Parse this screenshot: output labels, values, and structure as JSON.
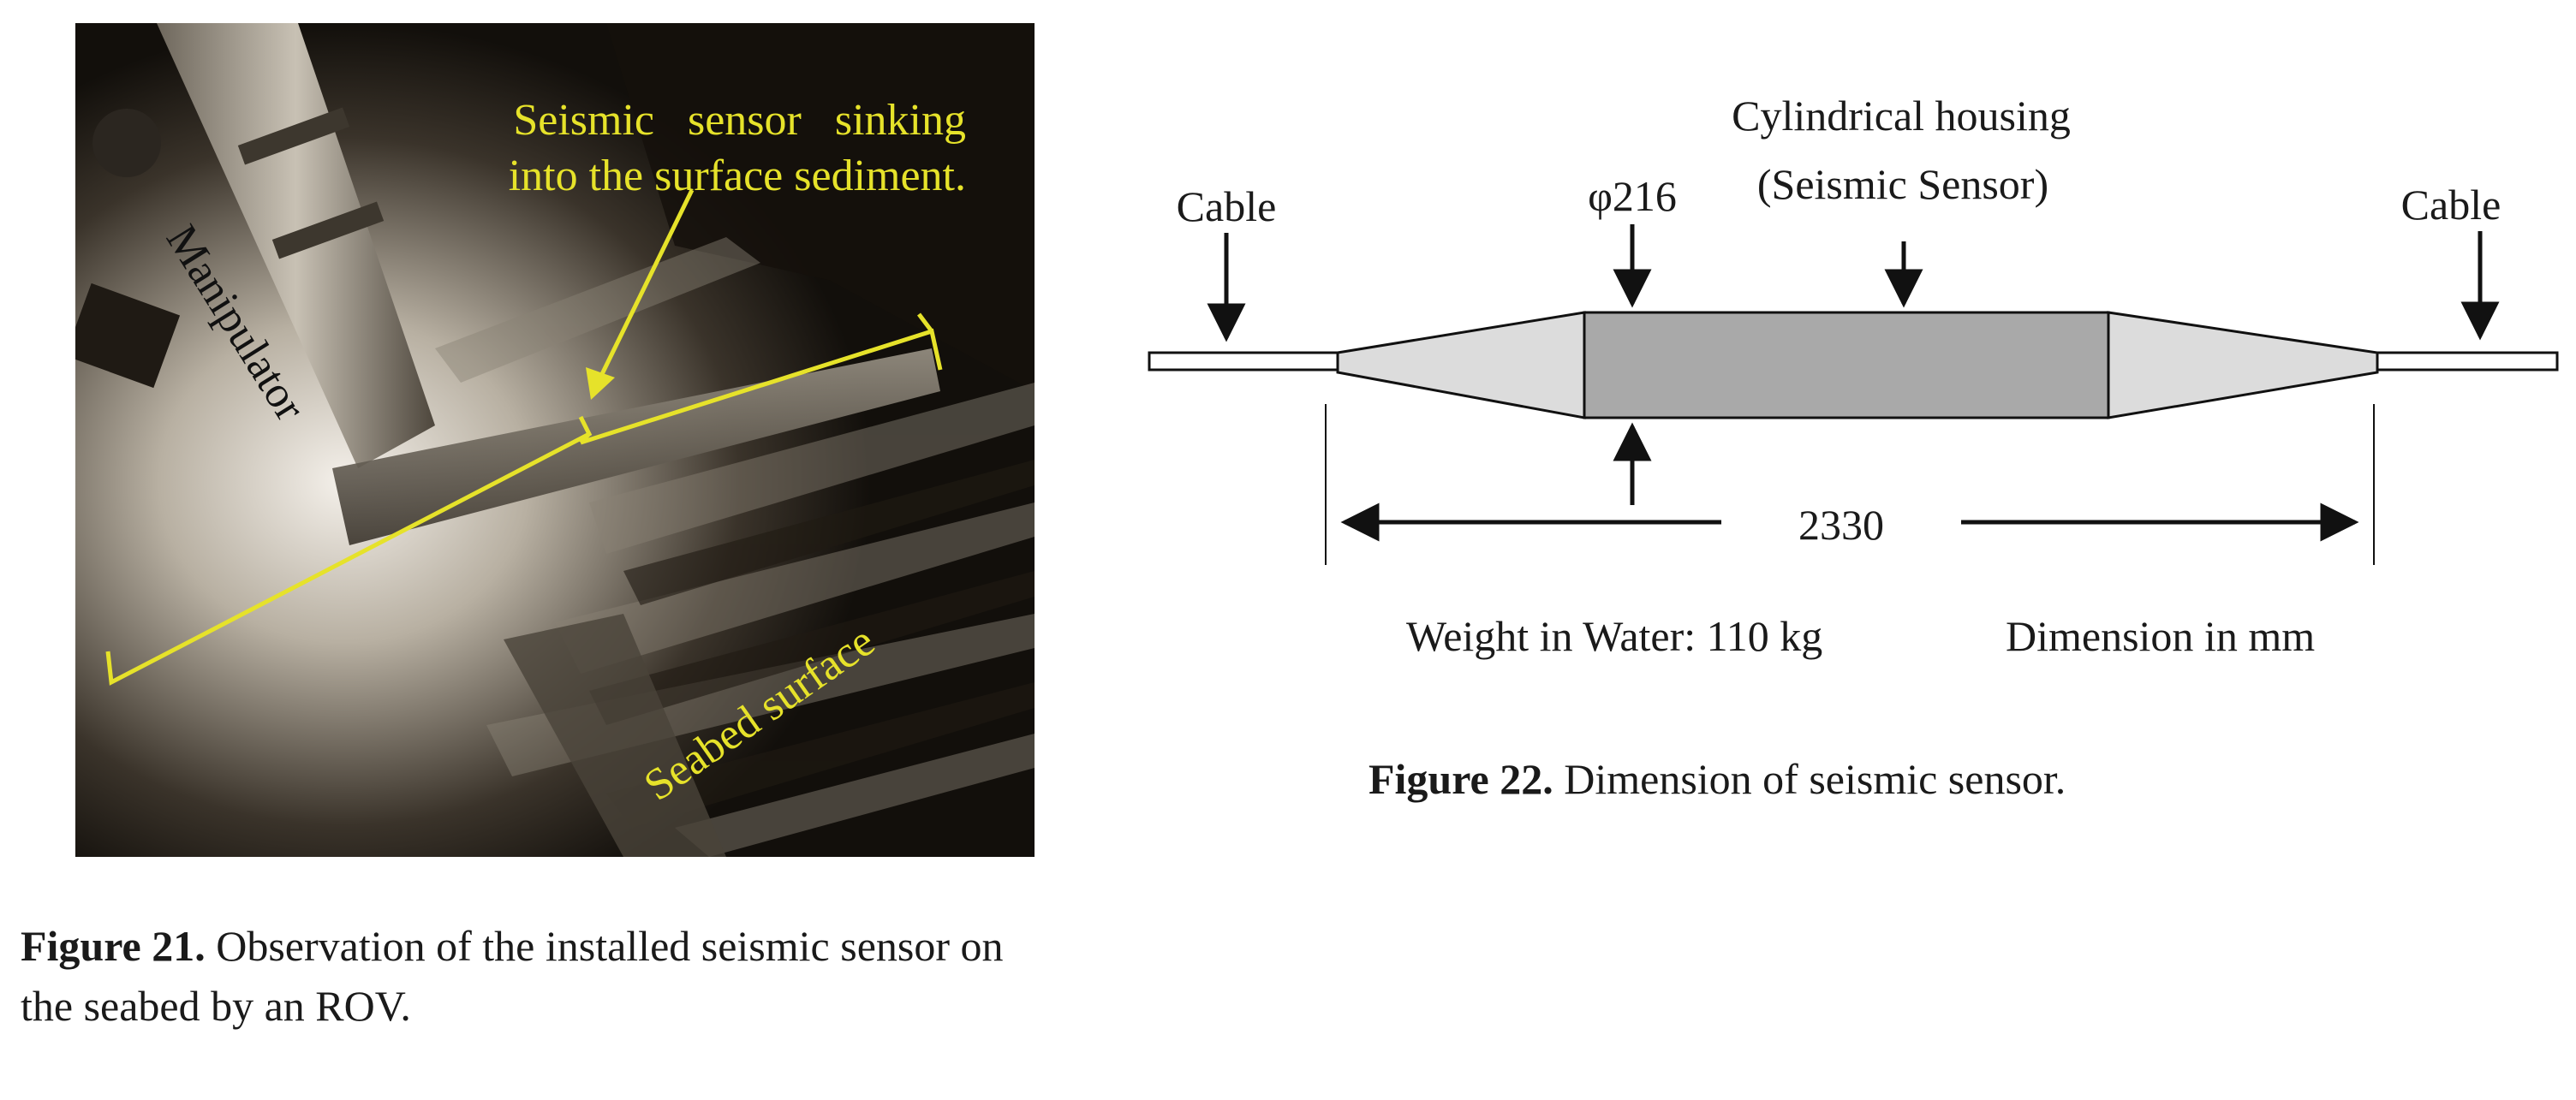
{
  "figure21": {
    "photo_labels": {
      "sensor_line1": "Seismic   sensor   sinking",
      "sensor_line2": "into the surface sediment.",
      "manipulator": "Manipulator",
      "seabed": "Seabed surface"
    },
    "caption_label": "Figure 21.",
    "caption_line1": "Observation of the installed seismic sensor on",
    "caption_line2": "the seabed by an ROV."
  },
  "figure22": {
    "label_cable_left": "Cable",
    "label_cable_right": "Cable",
    "label_diameter": "φ216",
    "label_housing_line1": "Cylindrical housing",
    "label_housing_line2": "(Seismic Sensor)",
    "label_length": "2330",
    "label_weight": "Weight in Water: 110 kg",
    "label_units": "Dimension in mm",
    "caption_label": "Figure 22.",
    "caption_text": "Dimension of seismic sensor."
  },
  "colors": {
    "annotation_yellow": "#e6e22a",
    "housing_dark": "#a9a9a9",
    "housing_light": "#dcdcdc"
  }
}
